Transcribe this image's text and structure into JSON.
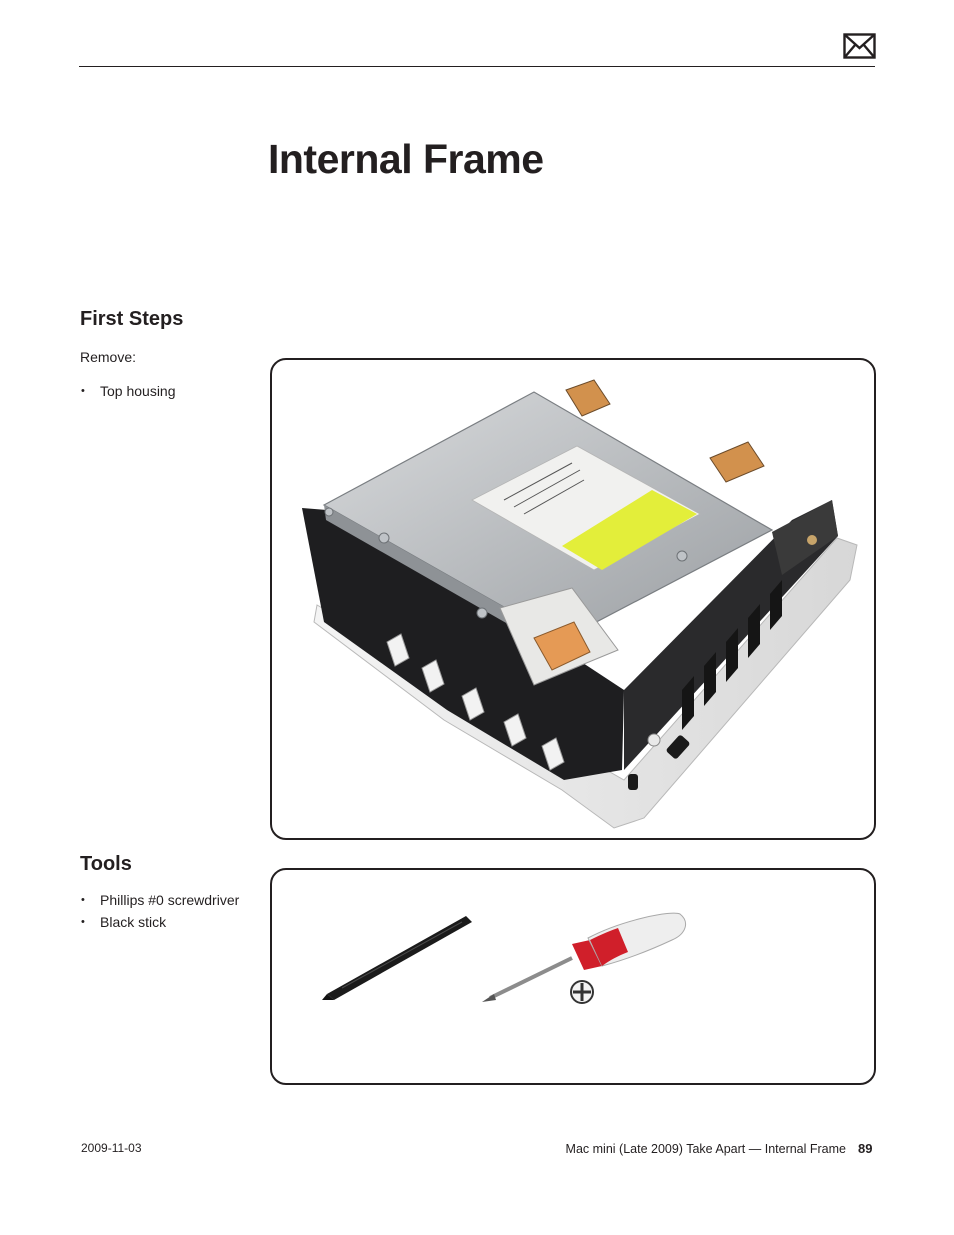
{
  "page": {
    "title": "Internal Frame"
  },
  "first_steps": {
    "heading": "First Steps",
    "intro": "Remove:",
    "items": [
      "Top housing"
    ]
  },
  "tools": {
    "heading": "Tools",
    "items": [
      "Phillips #0 screwdriver",
      "Black stick"
    ]
  },
  "footer": {
    "date": "2009-11-03",
    "document_title": "Mac mini (Late 2009) Take Apart — Internal Frame",
    "page_number": "89"
  },
  "images": {
    "main_photo": "mac-mini-internal-frame-photo",
    "tools_photo": "black-stick-and-phillips-screwdriver"
  },
  "colors": {
    "text": "#231f20",
    "optical_drive_label": "#e3ee3a",
    "screwdriver_handle": "#d01f2a"
  },
  "icons": {
    "header": "mail-icon",
    "phillips_tip": "phillips-head-icon"
  }
}
